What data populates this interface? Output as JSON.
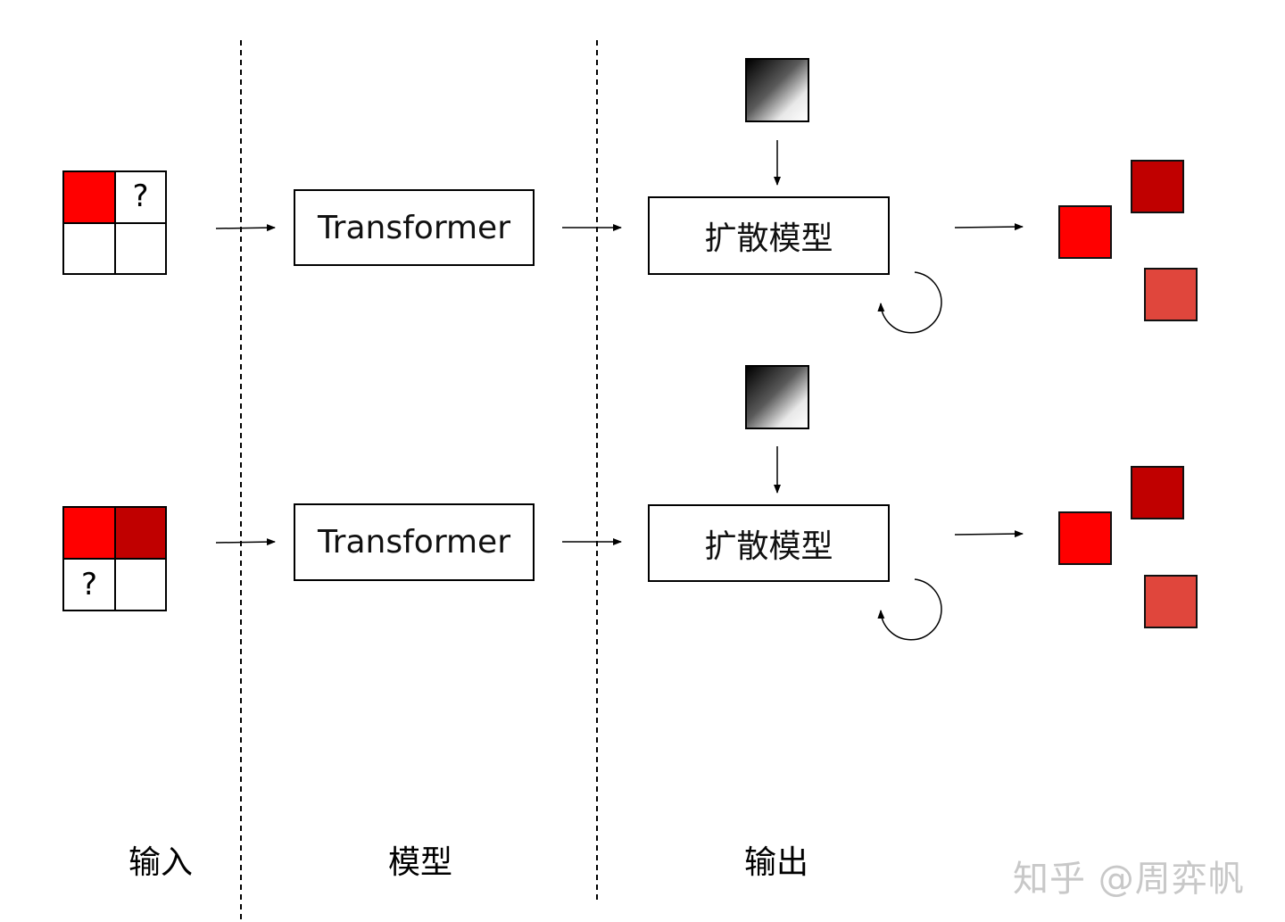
{
  "columns": {
    "input": "输入",
    "model": "模型",
    "output": "输出"
  },
  "rows": [
    {
      "grid_cells": [
        "red",
        "question",
        "empty",
        "empty"
      ],
      "question_mark": "?",
      "model_label": "Transformer",
      "diffusion_label": "扩散模型"
    },
    {
      "grid_cells": [
        "red",
        "dark-red",
        "question",
        "empty"
      ],
      "question_mark": "?",
      "model_label": "Transformer",
      "diffusion_label": "扩散模型"
    }
  ],
  "colors": {
    "red": "#ff0000",
    "dark_red": "#c00000",
    "light_red": "#e0463c",
    "line": "#000000"
  },
  "watermark": "知乎 @周弈帆"
}
